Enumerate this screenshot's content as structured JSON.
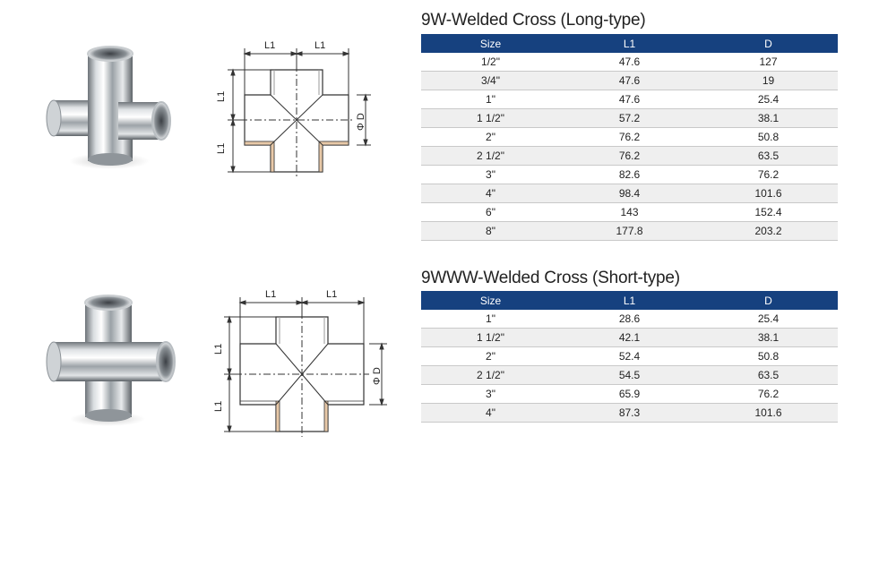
{
  "long_type": {
    "title": "9W-Welded Cross (Long-type)",
    "columns": [
      "Size",
      "L1",
      "D"
    ],
    "rows": [
      [
        "1/2\"",
        "47.6",
        "127"
      ],
      [
        "3/4\"",
        "47.6",
        "19"
      ],
      [
        "1\"",
        "47.6",
        "25.4"
      ],
      [
        "1 1/2\"",
        "57.2",
        "38.1"
      ],
      [
        "2\"",
        "76.2",
        "50.8"
      ],
      [
        "2 1/2\"",
        "76.2",
        "63.5"
      ],
      [
        "3\"",
        "82.6",
        "76.2"
      ],
      [
        "4\"",
        "98.4",
        "101.6"
      ],
      [
        "6\"",
        "143",
        "152.4"
      ],
      [
        "8\"",
        "177.8",
        "203.2"
      ]
    ],
    "drawing_labels": {
      "l1": "L1",
      "d": "Φ D"
    }
  },
  "short_type": {
    "title": "9WWW-Welded Cross (Short-type)",
    "columns": [
      "Size",
      "L1",
      "D"
    ],
    "rows": [
      [
        "1\"",
        "28.6",
        "25.4"
      ],
      [
        "1 1/2\"",
        "42.1",
        "38.1"
      ],
      [
        "2\"",
        "52.4",
        "50.8"
      ],
      [
        "2 1/2\"",
        "54.5",
        "63.5"
      ],
      [
        "3\"",
        "65.9",
        "76.2"
      ],
      [
        "4\"",
        "87.3",
        "101.6"
      ]
    ],
    "drawing_labels": {
      "l1": "L1",
      "d": "Φ D"
    }
  },
  "colors": {
    "table_header_bg": "#16417f",
    "table_header_text": "#ffffff",
    "row_alt_bg": "#efefef",
    "row_border": "#c9c9c9"
  },
  "icons": [
    "long-cross-photo",
    "short-cross-photo",
    "long-cross-drawing",
    "short-cross-drawing"
  ]
}
